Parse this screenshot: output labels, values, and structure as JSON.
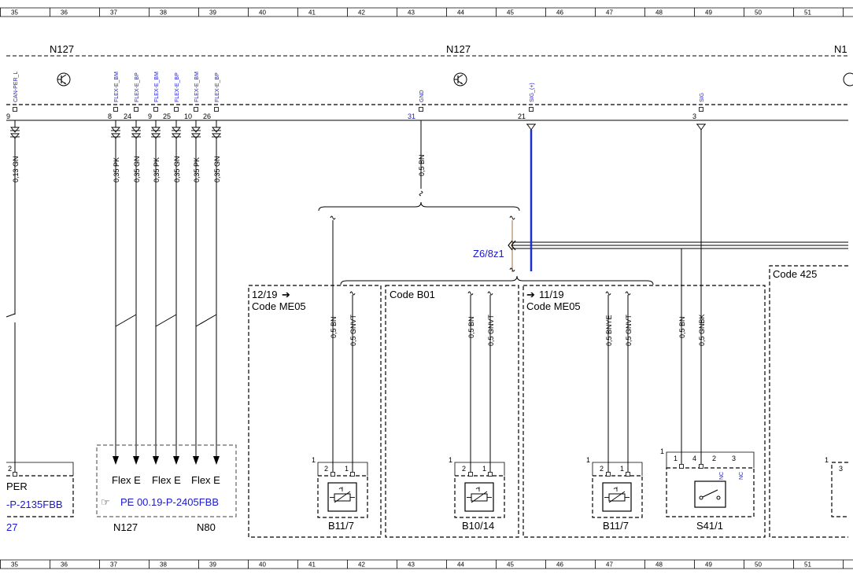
{
  "ruler": {
    "columns": [
      "35",
      "36",
      "37",
      "38",
      "39",
      "40",
      "41",
      "42",
      "43",
      "44",
      "45",
      "46",
      "47",
      "48",
      "49",
      "50",
      "51"
    ]
  },
  "modules": {
    "n127_left": "N127",
    "n127_center": "N127",
    "n1_right": "N1"
  },
  "signals": {
    "can_per": "CAN-PER_L",
    "flex_e_bm_1": "FLEX-E_BM",
    "flex_e_bp_1": "FLEX-E_BP",
    "flex_e_bm_2": "FLEX-E_BM",
    "flex_e_bp_2": "FLEX-E_BP",
    "flex_e_bm_3": "FLEX-E_BM",
    "flex_e_bp_3": "FLEX-E_BP",
    "gnd": "GND",
    "sig_plus": "SIG_(+)",
    "sig": "SIG"
  },
  "pins": {
    "p9a": "9",
    "p8": "8",
    "p24": "24",
    "p9b": "9",
    "p25": "25",
    "p10": "10",
    "p26": "26",
    "p31": "31",
    "p21": "21",
    "p3": "3"
  },
  "wires": {
    "w_013_gn": "0,13 GN",
    "w_035_pk_1": "0,35 PK",
    "w_035_gn_1": "0,35 GN",
    "w_035_pk_2": "0,35 PK",
    "w_035_gn_2": "0,35 GN",
    "w_035_pk_3": "0,35 PK",
    "w_035_gn_3": "0,35 GN",
    "w_05_bn_top": "0,5 BN",
    "w_05_bn_a": "0,5 BN",
    "w_05_gnvt_a": "0,5 GNVT",
    "w_05_bn_b": "0,5 BN",
    "w_05_gnvt_b": "0,5 GNVT",
    "w_05_bnye": "0,5 BNYE",
    "w_05_gnvt_c": "0,5 GNVT",
    "w_05_bn_c": "0,5 BN",
    "w_05_gnbk": "0,5 GNBK"
  },
  "splice": "Z6/8z1",
  "codes": {
    "ref_12_19": "12/19",
    "code_me05_1": "Code ME05",
    "code_b01": "Code B01",
    "ref_11_19": "11/19",
    "code_me05_2": "Code ME05",
    "code_425": "Code 425"
  },
  "components": {
    "per": "PER",
    "per_ref": "-P-2135FBB",
    "per_ref2": "27",
    "flex_e_1": "Flex E",
    "flex_e_2": "Flex E",
    "flex_e_3": "Flex E",
    "pe_ref": "PE 00.19-P-2405FBB",
    "n127_bottom": "N127",
    "n80_bottom": "N80",
    "b11_7_a": "B11/7",
    "b10_14": "B10/14",
    "b11_7_b": "B11/7",
    "s41_1": "S41/1"
  },
  "component_pins": {
    "b11a_1": "1",
    "b11a_2": "2",
    "b11a_1b": "1",
    "b10_1": "1",
    "b10_2": "2",
    "b10_1b": "1",
    "b11b_1": "1",
    "b11b_2": "2",
    "b11b_1b": "1",
    "s41_1": "1",
    "s41_1b": "1",
    "s41_4": "4",
    "s41_2": "2",
    "s41_3": "3",
    "nc_1": "NC",
    "nc_2": "NC",
    "per_2": "2",
    "right_1": "1",
    "right_3": "3"
  }
}
